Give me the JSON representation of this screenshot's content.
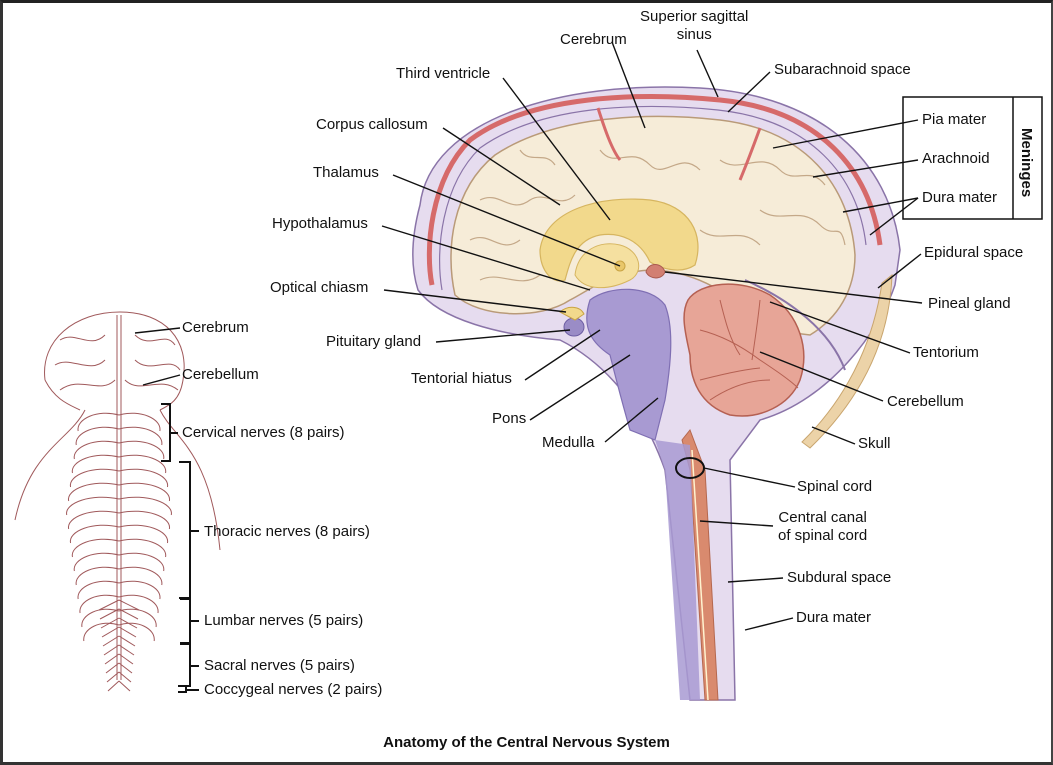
{
  "title": "Anatomy of the Central Nervous System",
  "brain_labels": {
    "cerebrum": "Cerebrum",
    "superior_sagittal_sinus_line1": "Superior sagittal",
    "superior_sagittal_sinus_line2": "sinus",
    "subarachnoid_space": "Subarachnoid space",
    "third_ventricle": "Third ventricle",
    "corpus_callosum": "Corpus callosum",
    "thalamus": "Thalamus",
    "hypothalamus": "Hypothalamus",
    "optical_chiasm": "Optical chiasm",
    "pituitary_gland": "Pituitary gland",
    "tentorial_hiatus": "Tentorial hiatus",
    "pons": "Pons",
    "medulla": "Medulla",
    "epidural_space": "Epidural space",
    "pineal_gland": "Pineal gland",
    "tentorium": "Tentorium",
    "cerebellum": "Cerebellum",
    "skull": "Skull",
    "spinal_cord": "Spinal cord",
    "central_canal_line1": "Central canal",
    "central_canal_line2": "of spinal cord",
    "subdural_space": "Subdural space",
    "dura_mater_spine": "Dura mater"
  },
  "meninges": {
    "title": "Meninges",
    "items": [
      "Pia mater",
      "Arachnoid",
      "Dura mater"
    ]
  },
  "body_labels": {
    "cerebrum": "Cerebrum",
    "cerebellum": "Cerebellum",
    "nerve_groups": [
      "Cervical nerves (8 pairs)",
      "Thoracic nerves (8 pairs)",
      "Lumbar nerves (5 pairs)",
      "Sacral nerves (5 pairs)",
      "Coccygeal nerves (2 pairs)"
    ]
  },
  "colors": {
    "cerebrum_fill": "#f6ecd8",
    "cerebrum_outline": "#b99a78",
    "meninges_fill": "#e6dcef",
    "meninges_outline": "#8a74a8",
    "sinus_red": "#d66a6a",
    "corpus_callosum_yellow": "#f2d98c",
    "brainstem_blue": "#a89ad2",
    "cerebellum_red": "#d9867a",
    "skull_tan": "#ecd3a8",
    "body_outline": "#a0595b",
    "leader_line": "#111111"
  }
}
